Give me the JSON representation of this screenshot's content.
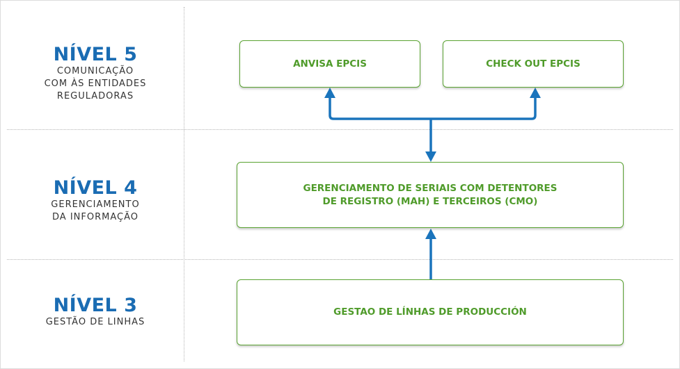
{
  "levels": [
    {
      "title": "NÍVEL 5",
      "description": "COMUNICAÇÃO\nCOM ÀS ENTIDADES\nREGULADORAS"
    },
    {
      "title": "NÍVEL 4",
      "description": "GERENCIAMENTO\nDA INFORMAÇÃO"
    },
    {
      "title": "NÍVEL 3",
      "description": "GESTÃO DE LINHAS"
    }
  ],
  "boxes": {
    "anvisa": "ANVISA EPCIS",
    "checkout": "CHECK OUT EPCIS",
    "gerenciamento": "GERENCIAMENTO DE SERIAIS COM DETENTORES\nDE REGISTRO (MAH) E TERCEIROS (CMO)",
    "gestao": "GESTAO DE LÍNHAS DE PRODUCCIÓN"
  },
  "colors": {
    "level_title": "#1a6cb3",
    "box_border": "#5aa332",
    "box_text": "#4f9b2a",
    "arrow": "#1a74bc"
  }
}
